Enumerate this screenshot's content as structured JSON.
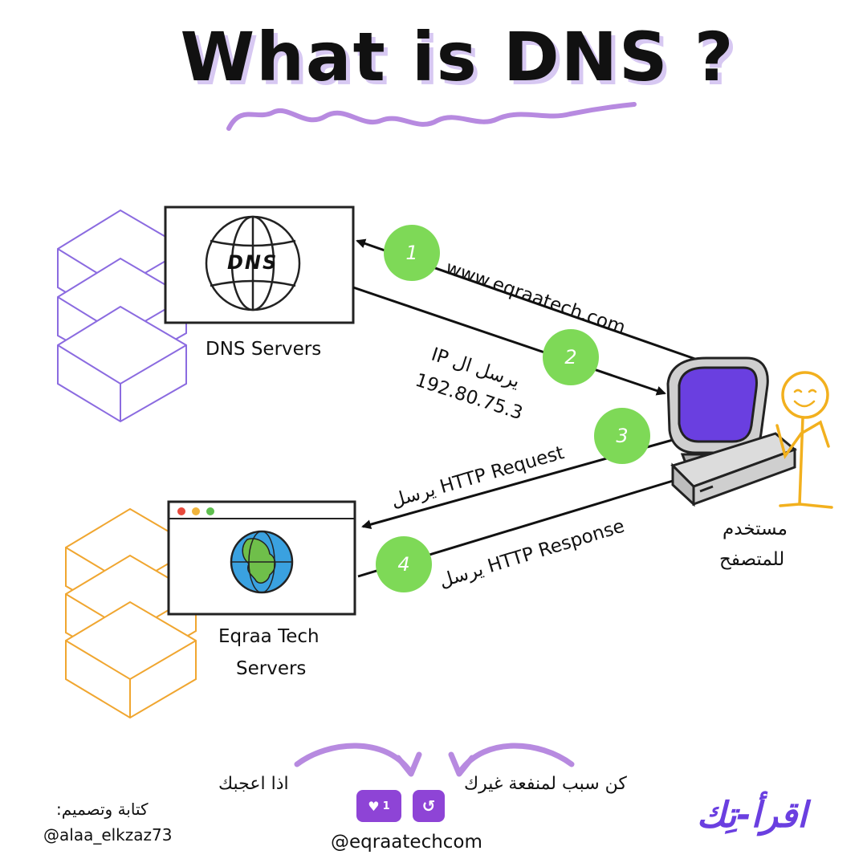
{
  "title": "What is DNS ?",
  "dns_server": {
    "globe_text": "DNS",
    "label": "DNS Servers"
  },
  "web_server": {
    "label_line1": "Eqraa Tech",
    "label_line2": "Servers"
  },
  "user": {
    "label_line1": "مستخدم",
    "label_line2": "للمتصفح"
  },
  "steps": [
    {
      "number": "1",
      "text": "www.eqraatech.com"
    },
    {
      "number": "2",
      "text_line1": "يرسل ال IP",
      "text_line2": "192.80.75.3"
    },
    {
      "number": "3",
      "text": "يرسل HTTP Request"
    },
    {
      "number": "4",
      "text": "يرسل HTTP Response"
    }
  ],
  "footer": {
    "like_prompt": "اذا اعجبك",
    "share_prompt": "كن سبب لمنفعة غيرك",
    "like_count": "1",
    "handle": "@eqraatechcom",
    "credit_label": "كتابة وتصميم:",
    "credit_handle": "@alaa_elkzaz73",
    "brand": "اقرأ-تِك"
  },
  "colors": {
    "dns_stack": "#8b6be0",
    "web_stack": "#f0a630",
    "monitor_screen": "#6a3fe0",
    "step_badge": "#7ed957",
    "accent": "#8e44d6",
    "stick_figure": "#f2b01e",
    "squiggle": "#b78ae0"
  }
}
